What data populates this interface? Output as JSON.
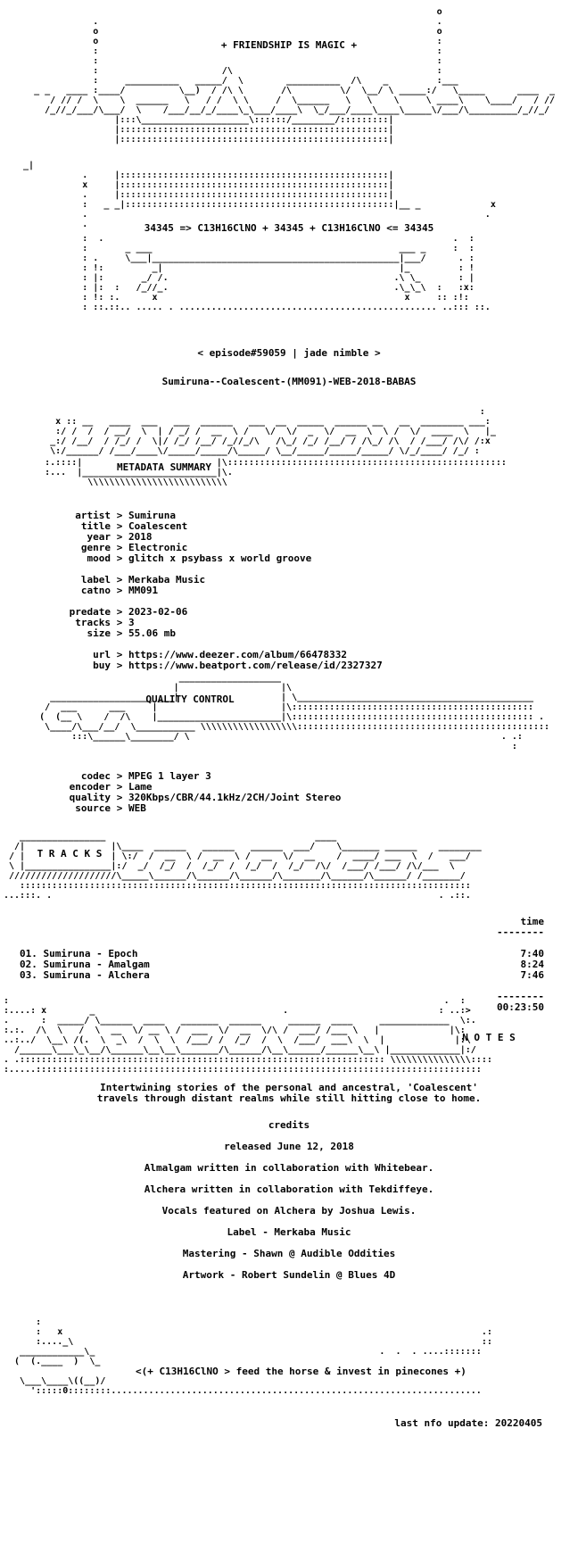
{
  "header": {
    "motto": "+ FRIENDSHIP IS MAGIC +",
    "formula": "34345 => C13H16ClNO + 34345 + C13H16ClNO <= 34345",
    "episode": "< episode#59059 | jade nimble >",
    "release": "Sumiruna--Coalescent-(MM091)-WEB-2018-BABAS"
  },
  "sections": {
    "metadata": "METADATA SUMMARY",
    "quality": "QUALITY CONTROL",
    "tracks": "T R A C K S",
    "notes": "N O T E S"
  },
  "metadata": [
    {
      "key": "artist",
      "value": "Sumiruna"
    },
    {
      "key": "title",
      "value": "Coalescent"
    },
    {
      "key": "year",
      "value": "2018"
    },
    {
      "key": "genre",
      "value": "Electronic"
    },
    {
      "key": "mood",
      "value": "glitch x psybass x world groove"
    },
    {
      "key": "label",
      "value": "Merkaba Music"
    },
    {
      "key": "catno",
      "value": "MM091"
    },
    {
      "key": "predate",
      "value": "2023-02-06"
    },
    {
      "key": "tracks",
      "value": "3"
    },
    {
      "key": "size",
      "value": "55.06 mb"
    },
    {
      "key": "url",
      "value": "https://www.deezer.com/album/66478332"
    },
    {
      "key": "buy",
      "value": "https://www.beatport.com/release/id/2327327"
    }
  ],
  "quality": [
    {
      "key": "codec",
      "value": "MPEG 1 layer 3"
    },
    {
      "key": "encoder",
      "value": "Lame"
    },
    {
      "key": "quality",
      "value": "320Kbps/CBR/44.1kHz/2CH/Joint Stereo"
    },
    {
      "key": "source",
      "value": "WEB"
    }
  ],
  "tracklist": {
    "time_header": "time",
    "divider": "--------",
    "items": [
      {
        "name": "01. Sumiruna - Epoch",
        "time": "7:40"
      },
      {
        "name": "02. Sumiruna - Amalgam",
        "time": "8:24"
      },
      {
        "name": "03. Sumiruna - Alchera",
        "time": "7:46"
      }
    ],
    "total": "00:23:50"
  },
  "notes": {
    "description_1": "Intertwining stories of the personal and ancestral, 'Coalescent'",
    "description_2": "travels through distant realms while still hitting close to home.",
    "credits_title": "credits",
    "lines": [
      "released June 12, 2018",
      "Almalgam written in collaboration with Whitebear.",
      "Alchera written in collaboration with Tekdiffeye.",
      "Vocals featured on Alchera by Joshua Lewis.",
      "Label - Merkaba Music",
      "Mastering - Shawn @ Audible Oddities",
      "Artwork - Robert Sundelin @ Blues 4D"
    ]
  },
  "footer": {
    "tagline": "<(+ C13H16ClNO > feed the horse & invest in pinecones +)",
    "last_update": "last nfo update: 20220405"
  }
}
